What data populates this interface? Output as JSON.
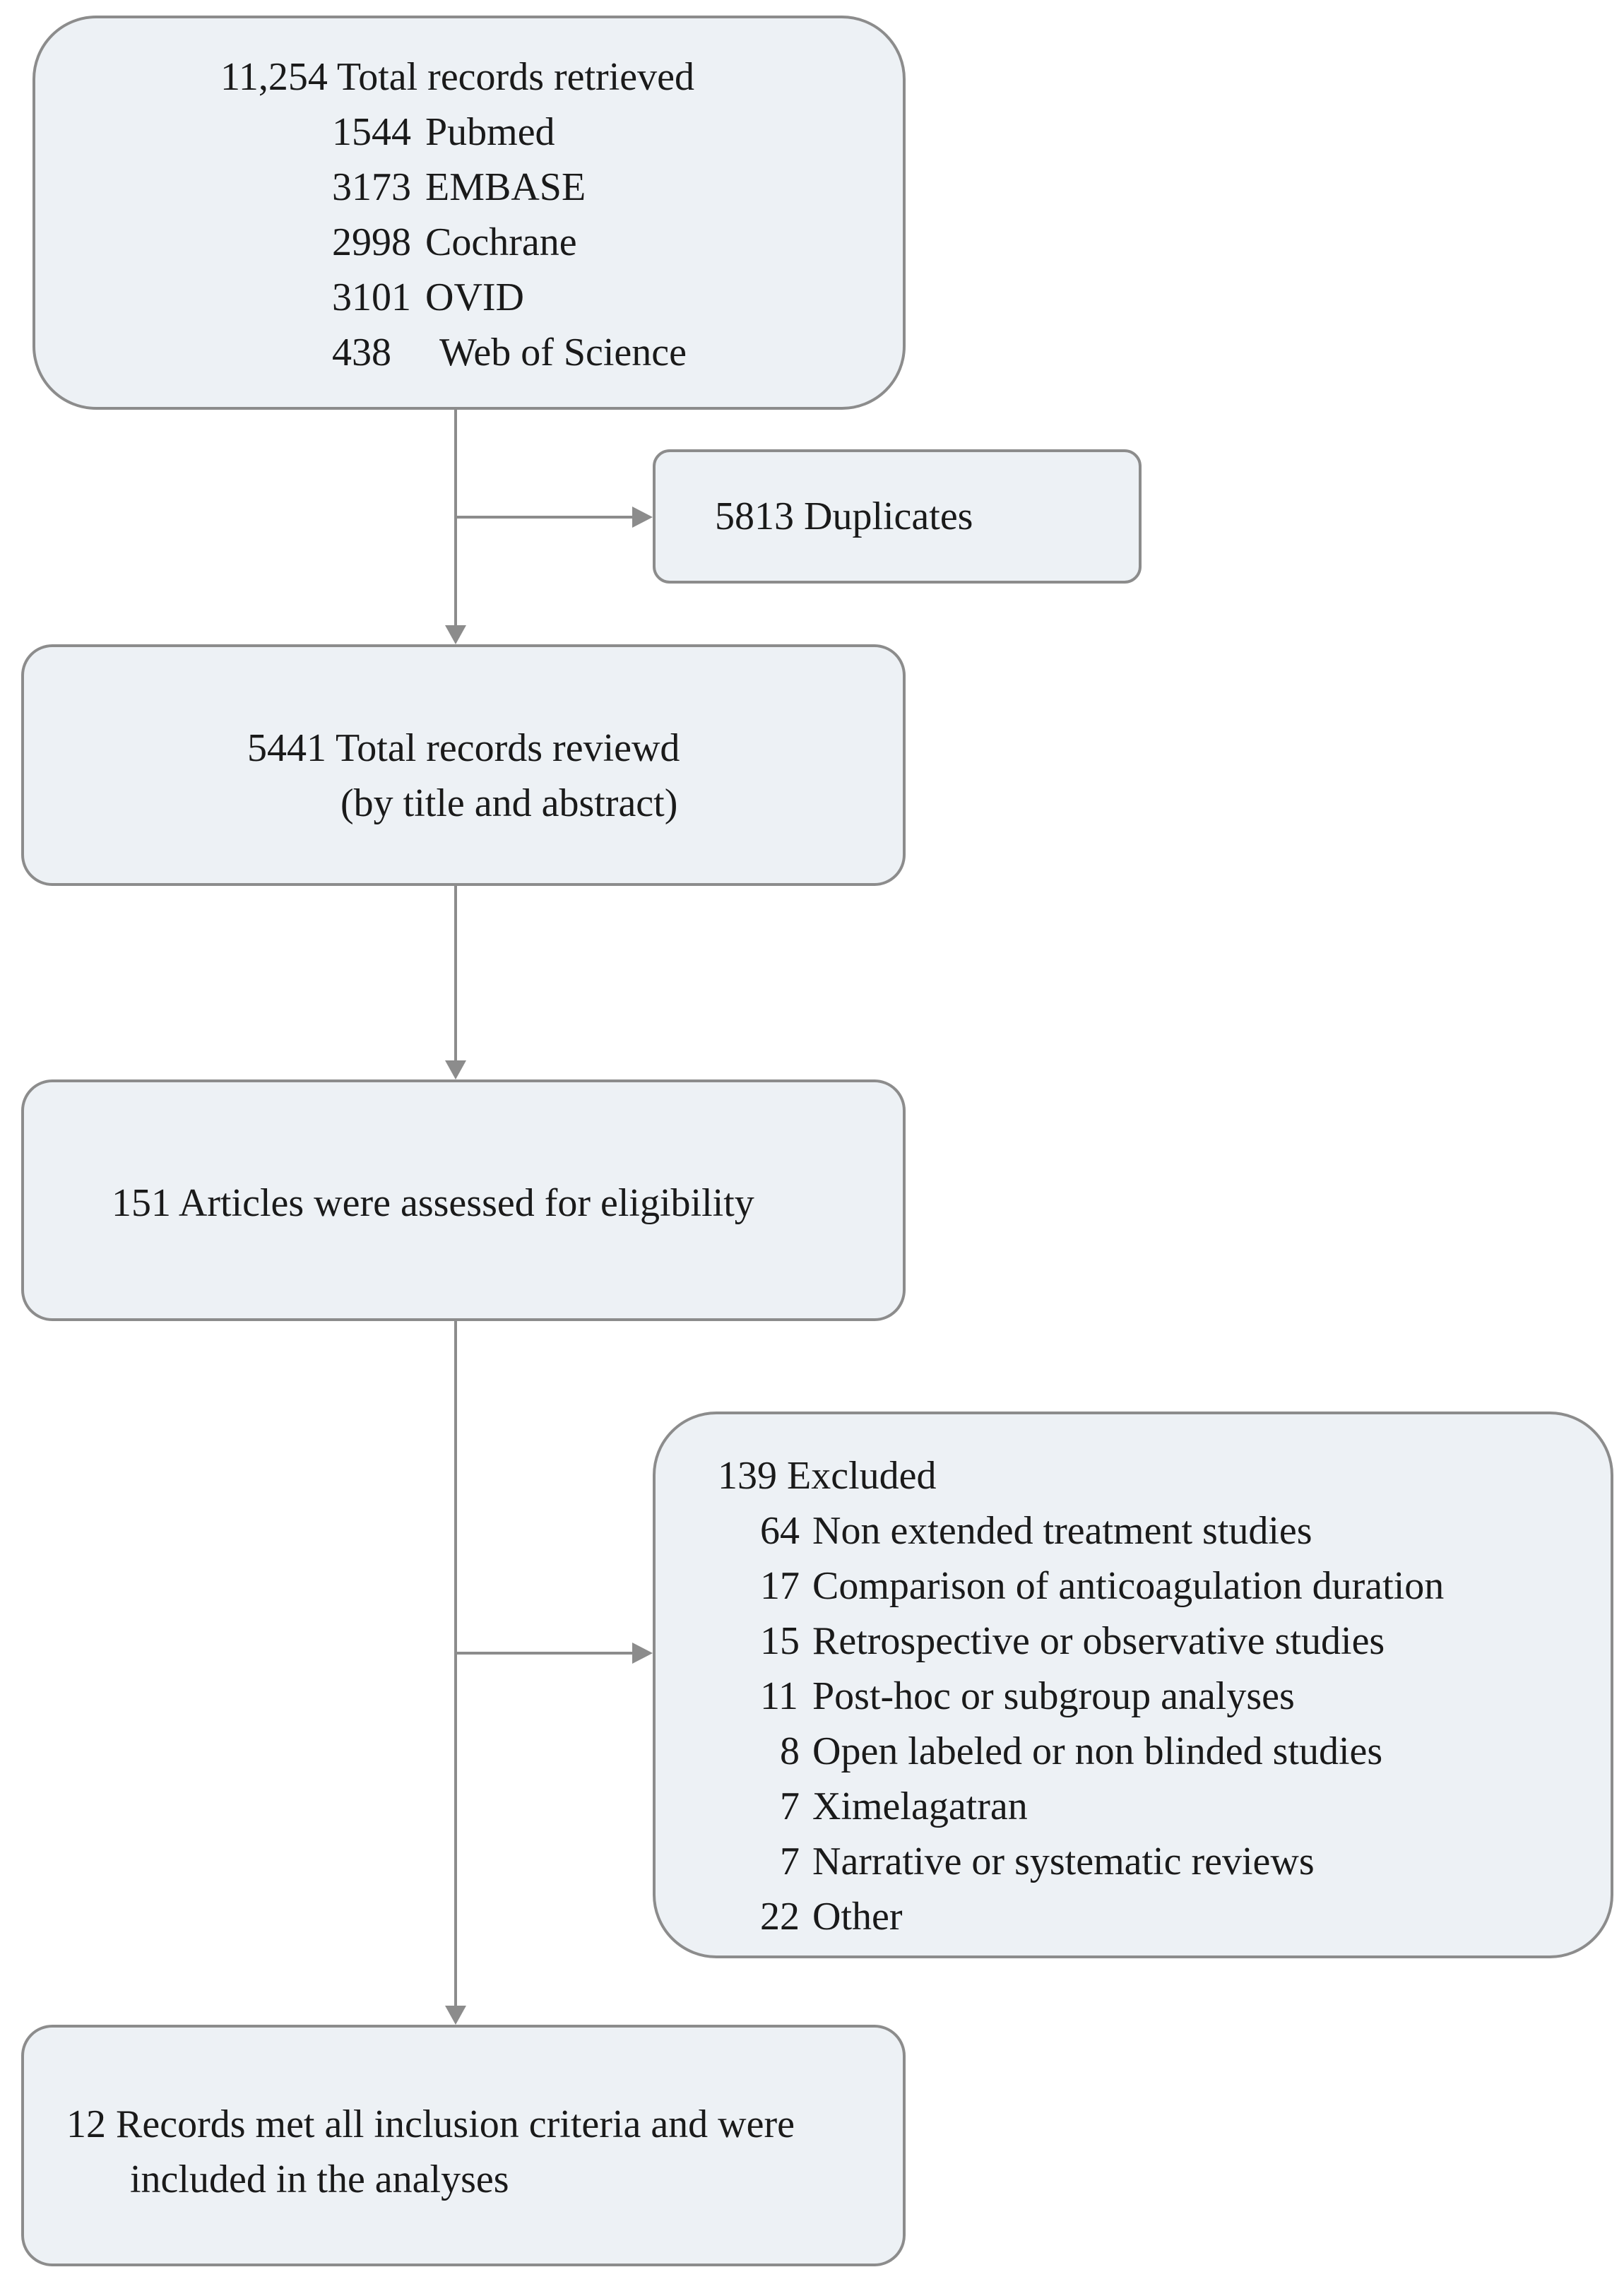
{
  "retrieved": {
    "title": "11,254 Total records retrieved",
    "sources": [
      {
        "count": "1544",
        "name": "Pubmed"
      },
      {
        "count": "3173",
        "name": "EMBASE"
      },
      {
        "count": "2998",
        "name": "Cochrane"
      },
      {
        "count": "3101",
        "name": "OVID"
      },
      {
        "count": "438",
        "name": "Web of Science"
      }
    ]
  },
  "duplicates": {
    "text": "5813 Duplicates"
  },
  "reviewed": {
    "line1": "5441 Total records reviewd",
    "line2": "(by title and abstract)"
  },
  "assessed": {
    "text": "151 Articles were assessed for eligibility"
  },
  "excluded": {
    "title": "139 Excluded",
    "reasons": [
      {
        "count": "64",
        "text": "Non extended treatment studies"
      },
      {
        "count": "17",
        "text": "Comparison of anticoagulation duration"
      },
      {
        "count": "15",
        "text": "Retrospective or observative studies"
      },
      {
        "count": "11",
        "text": "Post-hoc or subgroup analyses"
      },
      {
        "count": "8",
        "text": "Open labeled or non blinded studies"
      },
      {
        "count": "7",
        "text": "Ximelagatran"
      },
      {
        "count": "7",
        "text": "Narrative or systematic reviews"
      },
      {
        "count": "22",
        "text": "Other"
      }
    ]
  },
  "included": {
    "line1": "12 Records met all inclusion criteria and were",
    "line2": "included in the analyses"
  },
  "colors": {
    "box_fill": "#edf1f5",
    "box_border": "#8c8c8c",
    "connector": "#8c8c8c",
    "text": "#1a1a1a"
  }
}
